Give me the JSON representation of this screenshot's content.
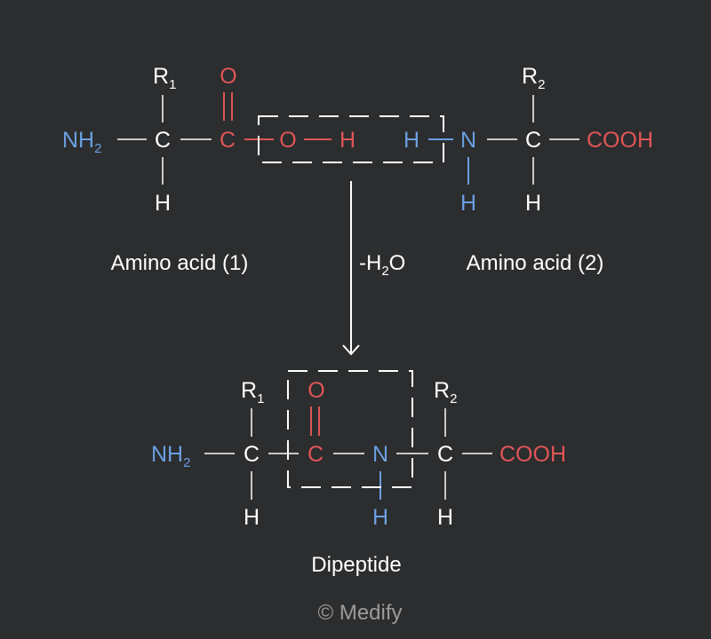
{
  "colors": {
    "background": "#2b2d2f",
    "white": "#ffffff",
    "blue": "#6b9fe0",
    "red": "#e05555",
    "bond": "#c8c8c8",
    "watermark": "#9a9a9a"
  },
  "reactant1": {
    "nh": "NH",
    "nh_sub": "2",
    "c_alpha": "C",
    "r": "R",
    "r_sub": "1",
    "h": "H",
    "c_carbonyl": "C",
    "o_double": "O",
    "o_hydroxyl": "O",
    "h_hydroxyl": "H",
    "caption": "Amino acid (1)"
  },
  "reactant2": {
    "h_amine": "H",
    "n": "N",
    "h_below_n": "H",
    "c_alpha": "C",
    "r": "R",
    "r_sub": "2",
    "h": "H",
    "cooh": "COOH",
    "caption": "Amino acid (2)"
  },
  "reaction": {
    "byproduct_prefix": "-H",
    "byproduct_sub": "2",
    "byproduct_suffix": "O"
  },
  "product": {
    "nh": "NH",
    "nh_sub": "2",
    "c1": "C",
    "r1": "R",
    "r1_sub": "1",
    "h1": "H",
    "c_carbonyl": "C",
    "o": "O",
    "n": "N",
    "h_n": "H",
    "c2": "C",
    "r2": "R",
    "r2_sub": "2",
    "h2": "H",
    "cooh": "COOH",
    "caption": "Dipeptide"
  },
  "watermark": "© Medify"
}
